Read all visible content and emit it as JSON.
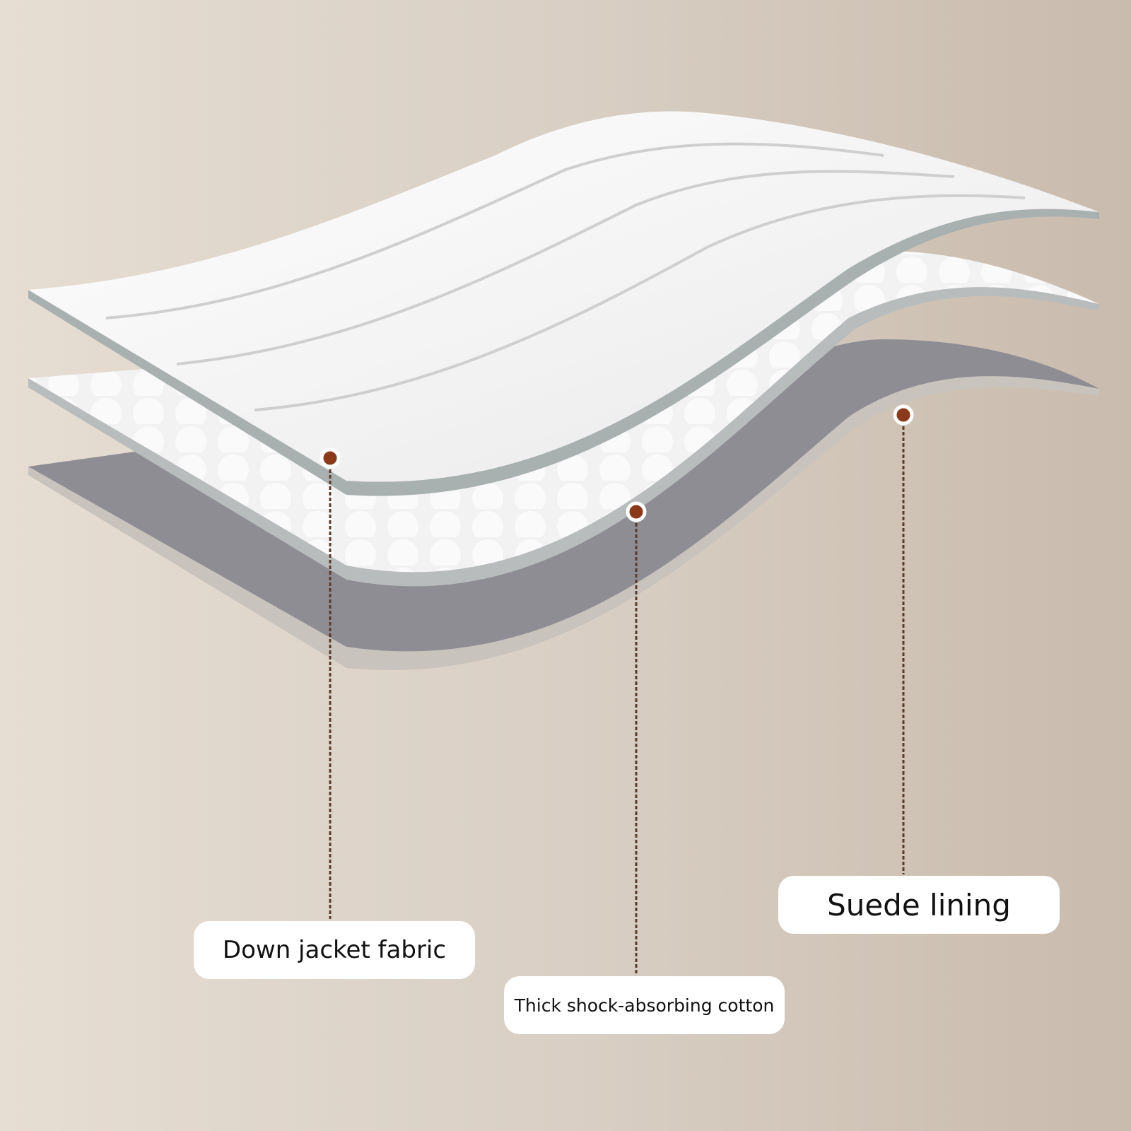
{
  "labels": {
    "down_jacket_fabric": "Down jacket fabric",
    "cotton": "Thick shock-absorbing cotton",
    "suede": "Suede lining"
  },
  "colors": {
    "marker": "#8a3a1a",
    "background": "#d9cfc4"
  }
}
